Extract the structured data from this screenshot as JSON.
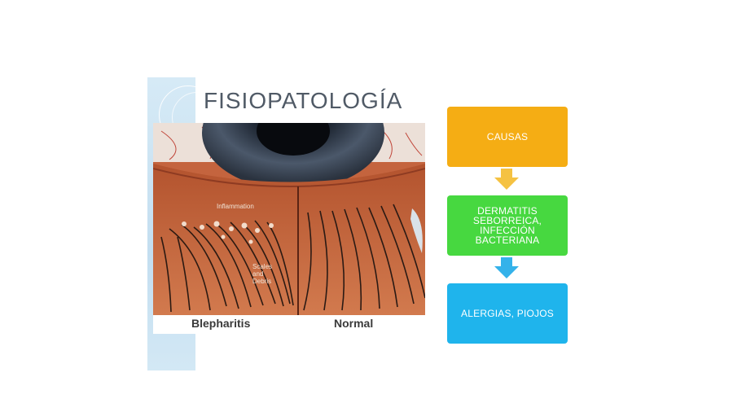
{
  "slide": {
    "title": "FISIOPATOLOGÍA"
  },
  "figure": {
    "annotation_inflammation": "Inflammation",
    "annotation_scales": "Scales and Debris",
    "label_left": "Blepharitis",
    "label_right": "Normal"
  },
  "flow": {
    "steps": [
      {
        "label": "CAUSAS",
        "color": "#f5ad14"
      },
      {
        "label": "DERMATITIS SEBORREICA, INFECCIÓN BACTERIANA",
        "color": "#47d840"
      },
      {
        "label": "ALERGIAS, PIOJOS",
        "color": "#1fb4ec"
      }
    ],
    "arrow_colors": [
      "#f5c242",
      "#34b2ea"
    ]
  }
}
